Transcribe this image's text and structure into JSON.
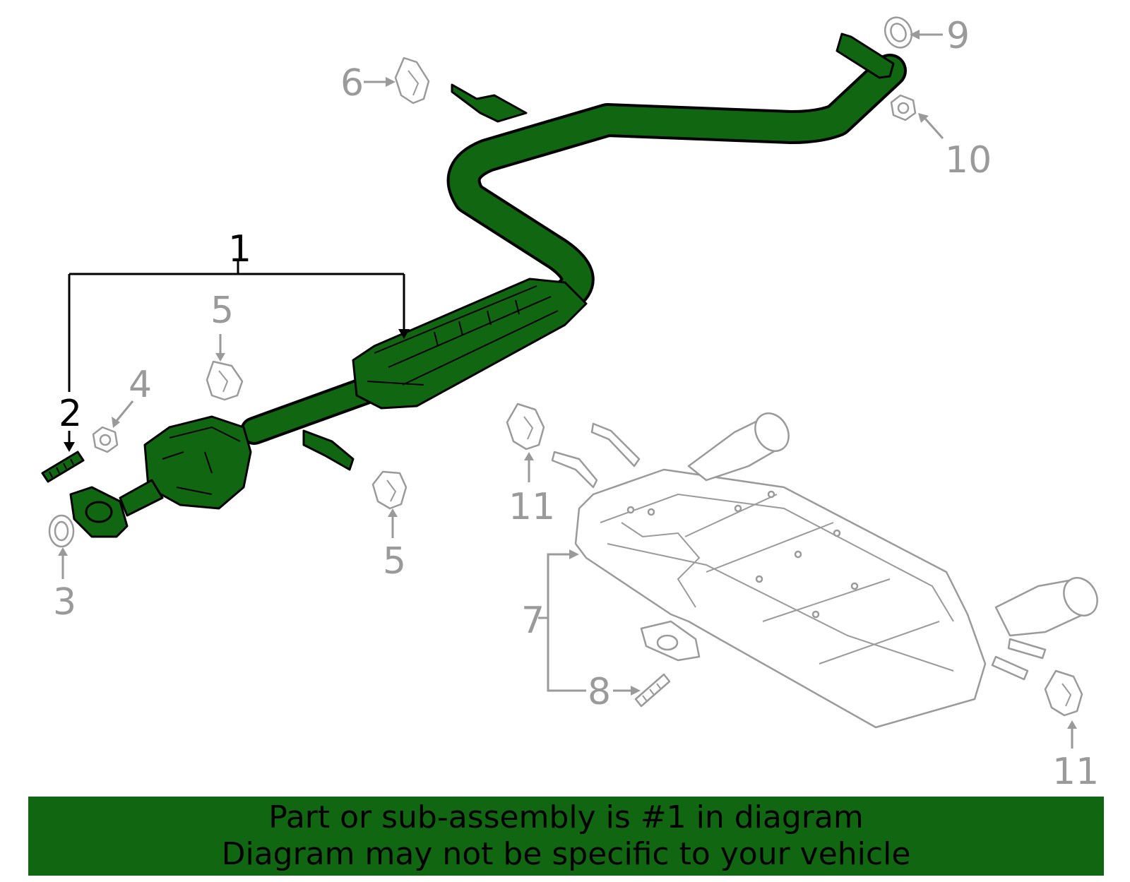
{
  "callouts": {
    "c1": "1",
    "c2": "2",
    "c3": "3",
    "c4": "4",
    "c5a": "5",
    "c5b": "5",
    "c6": "6",
    "c7": "7",
    "c8": "8",
    "c9": "9",
    "c10": "10",
    "c11a": "11",
    "c11b": "11"
  },
  "banner": {
    "line1": "Part or sub-assembly is #1 in diagram",
    "line2": "Diagram may not be specific to your vehicle"
  },
  "colors": {
    "highlight": "#116611",
    "unselected": "#9a9a9a"
  }
}
